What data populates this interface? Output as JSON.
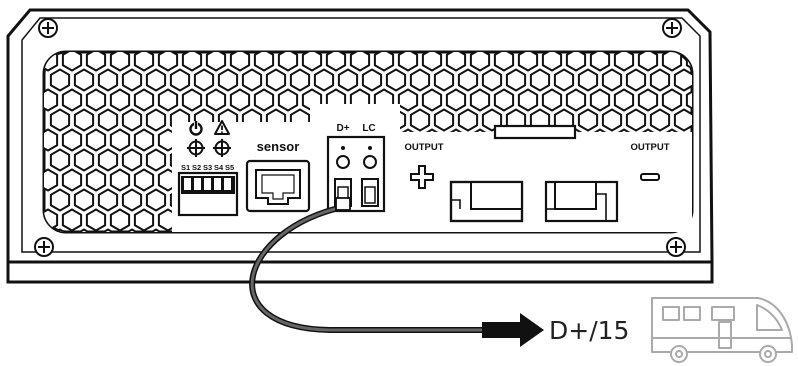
{
  "labels": {
    "sensor": "sensor",
    "d_plus": "D+",
    "lc": "LC",
    "output_left": "OUTPUT",
    "output_right": "OUTPUT",
    "dip_switches": [
      "S1",
      "S2",
      "S3",
      "S4",
      "S5"
    ],
    "signal_destination": "D+/15"
  },
  "icons": {
    "power": "power-icon",
    "warning": "warning-triangle-icon",
    "plus": "plus-sign-icon",
    "minus": "minus-sign-icon",
    "vehicle": "camper-van-icon"
  },
  "colors": {
    "outline": "#111111",
    "cable": "#555555",
    "background": "#ffffff"
  }
}
